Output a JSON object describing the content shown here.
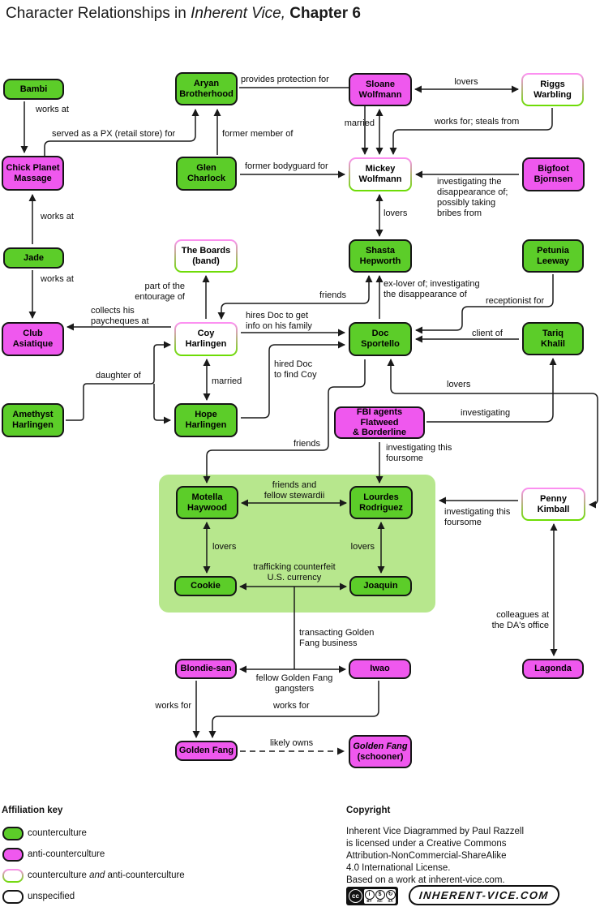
{
  "title": {
    "pre": "Character Relationships in ",
    "italic": "Inherent Vice,",
    "bold": " Chapter 6"
  },
  "colors": {
    "counterculture": "#5ccd29",
    "anti_counterculture": "#ef58ee",
    "dual_top": "#ff8ef6",
    "dual_bottom": "#6ade00",
    "group_background": "#b7e78d",
    "line": "#1a1a1a"
  },
  "nodes": {
    "bambi": "Bambi",
    "aryan": "Aryan\nBrotherhood",
    "sloane": "Sloane\nWolfmann",
    "riggs": "Riggs\nWarbling",
    "chick": "Chick Planet\nMassage",
    "glen": "Glen\nCharlock",
    "mickey": "Mickey\nWolfmann",
    "bigfoot": "Bigfoot\nBjornsen",
    "jade": "Jade",
    "boards": "The Boards\n(band)",
    "shasta": "Shasta\nHepworth",
    "petunia": "Petunia\nLeeway",
    "club": "Club\nAsiatique",
    "coy": "Coy\nHarlingen",
    "doc": "Doc\nSportello",
    "tariq": "Tariq\nKhalil",
    "amethyst": "Amethyst\nHarlingen",
    "hope": "Hope\nHarlingen",
    "fbi": "FBI agents Flatweed\n& Borderline",
    "motella": "Motella\nHaywood",
    "lourdes": "Lourdes\nRodriguez",
    "cookie": "Cookie",
    "joaquin": "Joaquin",
    "penny": "Penny\nKimball",
    "lagonda": "Lagonda",
    "blondie": "Blondie-san",
    "iwao": "Iwao",
    "goldenfang": "Golden Fang",
    "schooner_italic": "Golden Fang",
    "schooner_sub": "(schooner)"
  },
  "edges": {
    "works_at_bambi": "works at",
    "works_at_jade_up": "works at",
    "works_at_jade_down": "works at",
    "served_px": "served as a PX (retail store) for",
    "former_member": "former member of",
    "provides_protection": "provides protection for",
    "lovers_sloane_riggs": "lovers",
    "works_for_steals": "works for; steals from",
    "married_mickey_sloane": "married",
    "former_bodyguard": "former bodyguard for",
    "investigating_bigfoot": "investigating the\ndisappearance of;\npossibly taking\nbribes from",
    "lovers_mickey_shasta": "lovers",
    "friends_coy_shasta": "friends",
    "ex_lover": "ex-lover of; investigating\nthe disappearance of",
    "receptionist_for": "receptionist for",
    "client_of": "client of",
    "hires_doc": "hires Doc to get\ninfo on his family",
    "hired_doc": "hired Doc\nto find Coy",
    "married_coy_hope": "married",
    "daughter_of": "daughter of",
    "collects_paycheques": "collects his\npaycheques at",
    "entourage": "part of the\nentourage of",
    "lovers_doc_penny": "lovers",
    "friends_doc_motella": "friends",
    "investigating_tariq": "investigating",
    "investigating_foursome_fbi": "investigating this\nfoursome",
    "investigating_foursome_penny": "investigating this\nfoursome",
    "friends_stewardii": "friends and\nfellow stewardii",
    "lovers_motella_cookie": "lovers",
    "lovers_lourdes_joaquin": "lovers",
    "trafficking": "trafficking counterfeit\nU.S. currency",
    "transacting": "transacting Golden\nFang business",
    "fellow_gangsters": "fellow Golden Fang\ngangsters",
    "works_for_blondie": "works for",
    "works_for_iwao": "works for",
    "likely_owns": "likely owns",
    "colleagues": "colleagues at\nthe DA's office"
  },
  "legend": {
    "heading": "Affiliation key",
    "items": [
      {
        "label": "counterculture"
      },
      {
        "label": "anti-counterculture"
      },
      {
        "pre": "counterculture ",
        "italic": "and",
        "post": " anti-counterculture"
      },
      {
        "label": "unspecified"
      }
    ]
  },
  "copyright": {
    "heading": "Copyright",
    "lines": "Inherent Vice Diagrammed by Paul Razzell\nis licensed under a Creative Commons\nAttribution-NonCommercial-ShareAlike\n4.0 International License.\nBased on a work at inherent-vice.com.",
    "cc_badge": {
      "cc": "cc",
      "by": "BY",
      "nc": "NC",
      "sa": "SA"
    },
    "site_badge": "INHERENT-VICE.COM"
  }
}
